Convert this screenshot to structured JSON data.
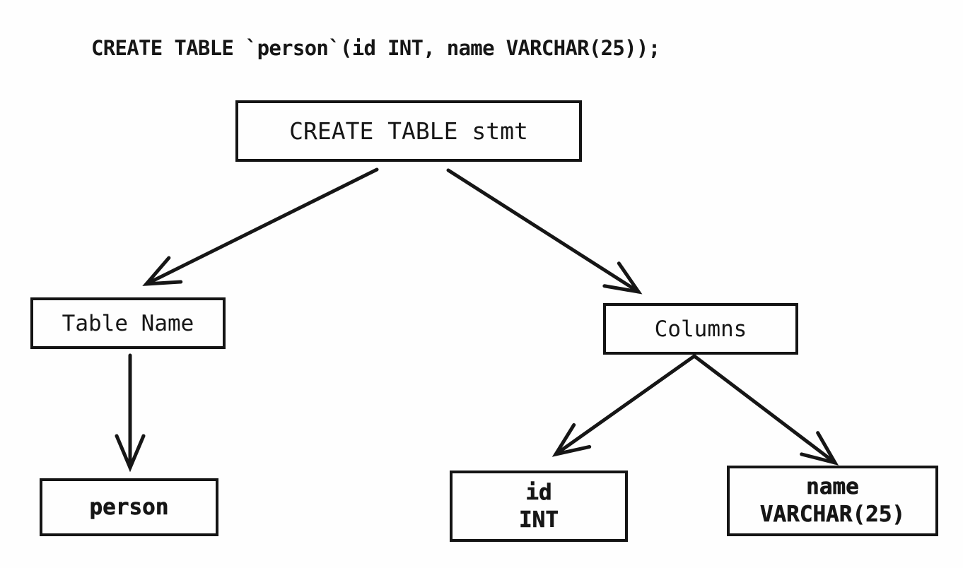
{
  "title": "CREATE TABLE `person`(id INT, name VARCHAR(25));",
  "colors": {
    "background": "#fefefe",
    "stroke": "#161616",
    "text": "#161616"
  },
  "tree": {
    "nodes": {
      "create_table_stmt": {
        "label": "CREATE TABLE stmt"
      },
      "table_name": {
        "label": "Table Name"
      },
      "columns": {
        "label": "Columns"
      },
      "person": {
        "label": "person"
      },
      "column_id": {
        "line1": "id",
        "line2": "INT"
      },
      "column_name": {
        "line1": "name",
        "line2": "VARCHAR(25)"
      }
    },
    "edges": [
      {
        "from": "create_table_stmt",
        "to": "table_name"
      },
      {
        "from": "create_table_stmt",
        "to": "columns"
      },
      {
        "from": "table_name",
        "to": "person"
      },
      {
        "from": "columns",
        "to": "column_id"
      },
      {
        "from": "columns",
        "to": "column_name"
      }
    ]
  }
}
